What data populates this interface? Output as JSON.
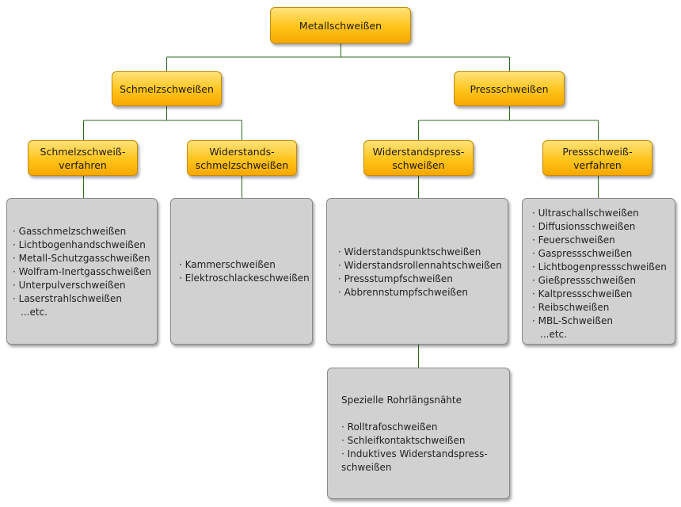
{
  "root": "Metallschweißen",
  "level1": {
    "left": "Schmelzschweißen",
    "right": "Pressschweißen"
  },
  "level2": {
    "a": "Schmelzschweiß-\nverfahren",
    "b": "Widerstands-\nschmelzschweißen",
    "c": "Widerstandspress-\nschweißen",
    "d": "Pressschweiß-\nverfahren"
  },
  "lists": {
    "a": [
      "Gasschmelzschweißen",
      "Lichtbogenhandschweißen",
      "Metall-Schutzgasschweißen",
      "Wolfram-Inertgasschweißen",
      "Unterpulverschweißen",
      "Laserstrahlschweißen"
    ],
    "a_more": "...etc.",
    "b": [
      "Kammerschweißen",
      "Elektroschlackeschweißen"
    ],
    "c": [
      "Widerstandspunktschweißen",
      "Widerstandsrollennahtschweißen",
      "Pressstumpfschweißen",
      "Abbrennstumpfschweißen"
    ],
    "d": [
      "Ultraschallschweißen",
      "Diffusionsschweißen",
      "Feuerschweißen",
      "Gaspressschweißen",
      "Lichtbogenpressschweißen",
      "Gießpressschweißen",
      "Kaltpressschweißen",
      "Reibschweißen",
      "MBL-Schweißen"
    ],
    "d_more": "...etc."
  },
  "special": {
    "title": "Spezielle Rohrlängsnähte",
    "items": [
      "Rolltrafoschweißen",
      "Schleifkontaktschweißen",
      "Induktives Widerstandspress-\nschweißen"
    ]
  },
  "colors": {
    "connector": "#2e6b1e",
    "node_fill": "#ffc41a",
    "box_fill": "#d1d1d1"
  }
}
